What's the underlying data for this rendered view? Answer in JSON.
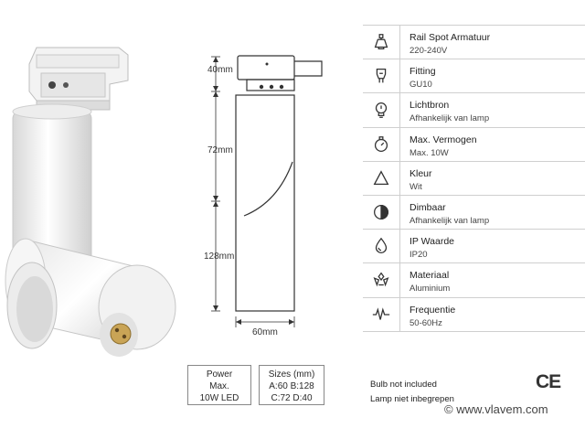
{
  "dimensions": {
    "height_top": "40mm",
    "height_middle": "72mm",
    "height_bottom": "128mm",
    "width": "60mm"
  },
  "specs": [
    {
      "icon": "lamp-icon",
      "title": "Rail Spot Armatuur",
      "value": "220-240V"
    },
    {
      "icon": "bulb-socket-icon",
      "title": "Fitting",
      "value": "GU10"
    },
    {
      "icon": "lightbulb-icon",
      "title": "Lichtbron",
      "value": "Afhankelijk van lamp"
    },
    {
      "icon": "power-dial-icon",
      "title": "Max. Vermogen",
      "value": "Max. 10W"
    },
    {
      "icon": "color-triangle-icon",
      "title": "Kleur",
      "value": "Wit"
    },
    {
      "icon": "dimmer-icon",
      "title": "Dimbaar",
      "value": "Afhankelijk van lamp"
    },
    {
      "icon": "water-drop-icon",
      "title": "IP Waarde",
      "value": "IP20"
    },
    {
      "icon": "material-icon",
      "title": "Materiaal",
      "value": "Aluminium"
    },
    {
      "icon": "frequency-icon",
      "title": "Frequentie",
      "value": "50-60Hz"
    }
  ],
  "power_box": {
    "line1": "Power",
    "line2": "Max.",
    "line3": "10W LED"
  },
  "sizes_box": {
    "title": "Sizes (mm)",
    "row1": "A:60  B:128",
    "row2": "C:72  D:40"
  },
  "note": {
    "line1": "Bulb not included",
    "line2": "Lamp niet inbegrepen"
  },
  "ce_mark": "CE",
  "watermark": "© www.vlavem.com"
}
